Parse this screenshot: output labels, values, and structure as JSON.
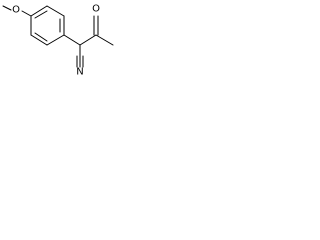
{
  "labels": {
    "methoxy_oxygen": "O",
    "ketone_oxygen": "O",
    "nitrile_nitrogen": "N"
  },
  "colors": {
    "bond": "#000000",
    "background": "#ffffff"
  }
}
